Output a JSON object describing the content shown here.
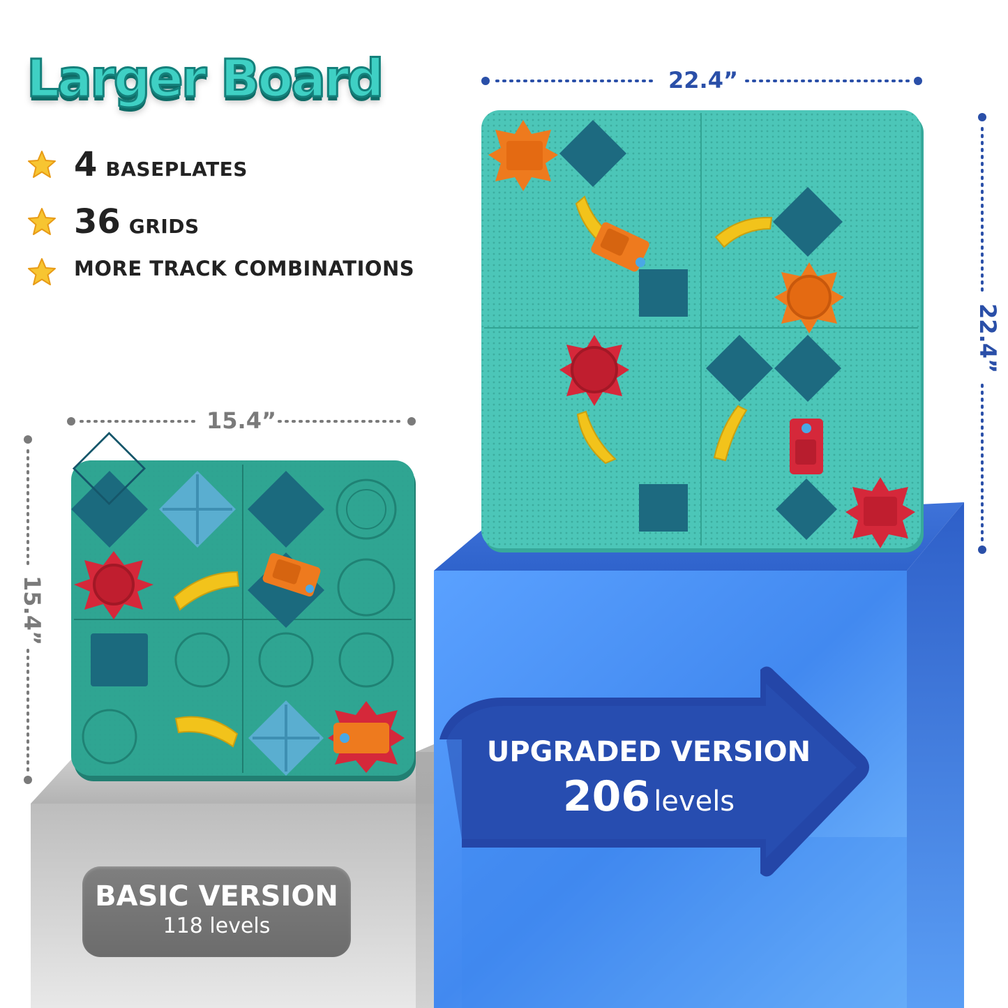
{
  "headline": "Larger Board",
  "features": [
    {
      "value": "4",
      "label": "BASEPLATES",
      "icon": "star-icon"
    },
    {
      "value": "36",
      "label": "GRIDS",
      "icon": "star-icon"
    },
    {
      "value": "",
      "label": "MORE TRACK COMBINATIONS",
      "icon": "star-icon"
    }
  ],
  "small_board": {
    "width_label": "15.4”",
    "height_label": "15.4”"
  },
  "large_board": {
    "width_label": "22.4”",
    "height_label": "22.4”"
  },
  "basic_version": {
    "title": "BASIC VERSION",
    "levels": "118 levels"
  },
  "upgraded_version": {
    "title": "UPGRADED VERSION",
    "levels_number": "206",
    "levels_unit": "levels"
  },
  "colors": {
    "title_fill": "#3fd0c4",
    "title_outline": "#14807b",
    "board_teal_small": "#2fa592",
    "board_teal_large": "#4cc6b8",
    "dimension_gray": "#7a7a7a",
    "dimension_blue": "#2a4fa8",
    "pedestal_gray": "#b9b9b9",
    "pedestal_blue": "#3f82e8",
    "arrow_blue": "#2548a8",
    "star_fill": "#f7c531"
  }
}
